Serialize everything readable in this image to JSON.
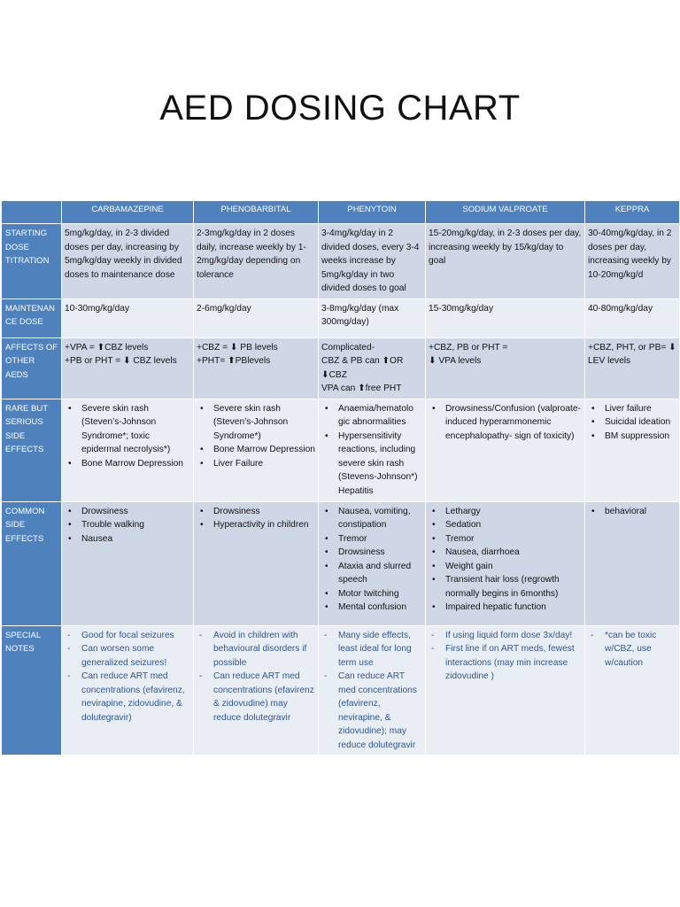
{
  "title": "AED DOSING CHART",
  "colors": {
    "header": "#4f81bd",
    "row_dark": "#cfd7e7",
    "row_light": "#e9edf4",
    "note_text": "#2f5597"
  },
  "columns": [
    "CARBAMAZEPINE",
    "PHENOBARBITAL",
    "PHENYTOIN",
    "SODIUM VALPROATE",
    "KEPPRA"
  ],
  "rows": {
    "starting": {
      "label": [
        "STARTING",
        "DOSE",
        "TITRATION"
      ],
      "cells": [
        "5mg/kg/day, in 2-3 divided doses per day, increasing by 5mg/kg/day weekly in divided doses to maintenance dose",
        "2-3mg/kg/day in 2 doses daily, increase weekly by 1-2mg/kg/day depending on tolerance",
        "3-4mg/kg/day in 2 divided doses, every 3-4 weeks increase by 5mg/kg/day in two divided doses to goal",
        "15-20mg/kg/day, in 2-3 doses per day, increasing weekly by 15/kg/day to goal",
        "30-40mg/kg/day, in 2 doses per day, increasing weekly by 10-20mg/kg/d"
      ]
    },
    "maintenance": {
      "label": [
        "MAINTENAN",
        "CE DOSE"
      ],
      "cells": [
        "10-30mg/kg/day",
        "2-6mg/kg/day",
        "3-8mg/kg/day (max 300mg/day)",
        "15-30mg/kg/day",
        "40-80mg/kg/day"
      ]
    },
    "affects": {
      "label": [
        "AFFECTS OF",
        "OTHER AEDS"
      ],
      "cells": [
        [
          "+VPA = ⬆CBZ levels",
          "+PB or PHT = ⬇ CBZ levels"
        ],
        [
          "+CBZ = ⬇ PB levels",
          "+PHT= ⬆PBlevels"
        ],
        [
          "Complicated-",
          "CBZ & PB can ⬆OR",
          "⬇CBZ",
          "VPA can ⬆free PHT"
        ],
        [
          "+CBZ, PB or PHT =",
          "⬇ VPA levels"
        ],
        [
          "+CBZ, PHT, or PB= ⬇",
          "LEV levels"
        ]
      ]
    },
    "rare": {
      "label": [
        "RARE BUT",
        "SERIOUS",
        "SIDE",
        "EFFECTS"
      ],
      "cells": [
        [
          "Severe skin rash (Steven’s-Johnson Syndrome*; toxic epidermal  necrolysis*)",
          "Bone Marrow Depression"
        ],
        [
          "Severe skin rash (Steven’s-Johnson Syndrome*)",
          "Bone Marrow Depression",
          "Liver Failure"
        ],
        [
          "Anaemia/hematolo gic abnormalities",
          "Hypersensitivity reactions, including severe skin rash (Stevens-Johnson*) Hepatitis"
        ],
        [
          "Drowsiness/Confusion (valproate-induced hyperammonemic encephalopathy- sign of toxicity)"
        ],
        [
          "Liver failure",
          "Suicidal ideation",
          "BM suppression"
        ]
      ]
    },
    "common": {
      "label": [
        "COMMON",
        "SIDE",
        "EFFECTS"
      ],
      "cells": [
        [
          "Drowsiness",
          "Trouble walking",
          "Nausea"
        ],
        [
          "Drowsiness",
          "Hyperactivity in children"
        ],
        [
          "Nausea, vomiting, constipation",
          "Tremor",
          "Drowsiness",
          "Ataxia and slurred speech",
          "Motor twitching",
          "Mental confusion"
        ],
        [
          "Lethargy",
          "Sedation",
          "Tremor",
          "Nausea, diarrhoea",
          "Weight gain",
          "Transient hair loss (regrowth normally begins in 6months)",
          "Impaired hepatic function"
        ],
        [
          "behavioral"
        ]
      ]
    },
    "special": {
      "label": [
        "SPECIAL",
        "NOTES"
      ],
      "cells": [
        [
          "Good for focal seizures",
          "Can worsen some generalized seizures!",
          "Can reduce ART med concentrations (efavirenz, nevirapine, zidovudine, & dolutegravir)"
        ],
        [
          "Avoid in children with behavioural disorders if possible",
          "Can reduce ART med concentrations (efavirenz & zidovudine) may reduce dolutegravir"
        ],
        [
          "Many side effects, least ideal for long term use",
          "Can reduce ART med concentrations (efavirenz, nevirapine, & zidovudine); may reduce dolutegravir"
        ],
        [
          "If using liquid form dose 3x/day!",
          " First line if on ART meds, fewest interactions (may min increase zidovudine )"
        ],
        [
          "*can be toxic w/CBZ, use w/caution"
        ]
      ]
    }
  }
}
